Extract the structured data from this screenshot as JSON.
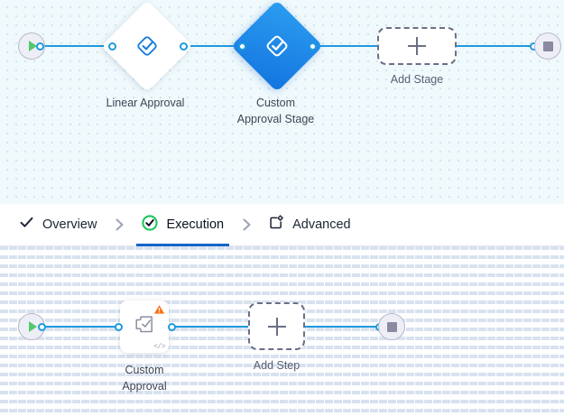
{
  "stage_canvas": {
    "name": "stage-flow-canvas",
    "background_color": "#f0f9fc",
    "edge_color": "#1e9ae0",
    "start_node": {
      "icon": "play-icon",
      "label": ""
    },
    "end_node": {
      "icon": "stop-icon",
      "label": ""
    },
    "nodes": [
      {
        "id": "linear-approval",
        "label": "Linear Approval",
        "icon": "approval-diamond-check-icon",
        "state": "idle",
        "fill": "#ffffff"
      },
      {
        "id": "custom-approval-stage",
        "label": "Custom\nApproval Stage",
        "icon": "approval-diamond-check-icon",
        "state": "selected",
        "fill": "#1f8ae8"
      }
    ],
    "add_button": {
      "label": "Add Stage",
      "icon": "plus-icon"
    }
  },
  "tabs": {
    "items": [
      {
        "id": "overview",
        "label": "Overview",
        "icon": "check-icon",
        "active": false
      },
      {
        "id": "execution",
        "label": "Execution",
        "icon": "check-circle-icon",
        "active": true
      },
      {
        "id": "advanced",
        "label": "Advanced",
        "icon": "window-gear-icon",
        "active": false
      }
    ],
    "separator_icon": "chevron-right-icon",
    "active_underline_color": "#1565c9",
    "active_check_color": "#22c55e"
  },
  "step_canvas": {
    "name": "step-flow-canvas",
    "background_color": "#ffffff",
    "edge_color": "#1e9ae0",
    "start_node": {
      "icon": "play-icon",
      "label": ""
    },
    "end_node": {
      "icon": "stop-icon",
      "label": ""
    },
    "nodes": [
      {
        "id": "custom-approval",
        "label": "Custom\nApproval",
        "icon": "approval-note-check-icon",
        "badge_icon": "warning-triangle-icon",
        "badge_color": "#f97316",
        "corner_icon": "code-icon",
        "corner_glyph": "</>"
      }
    ],
    "add_button": {
      "label": "Add Step",
      "icon": "plus-icon"
    }
  }
}
